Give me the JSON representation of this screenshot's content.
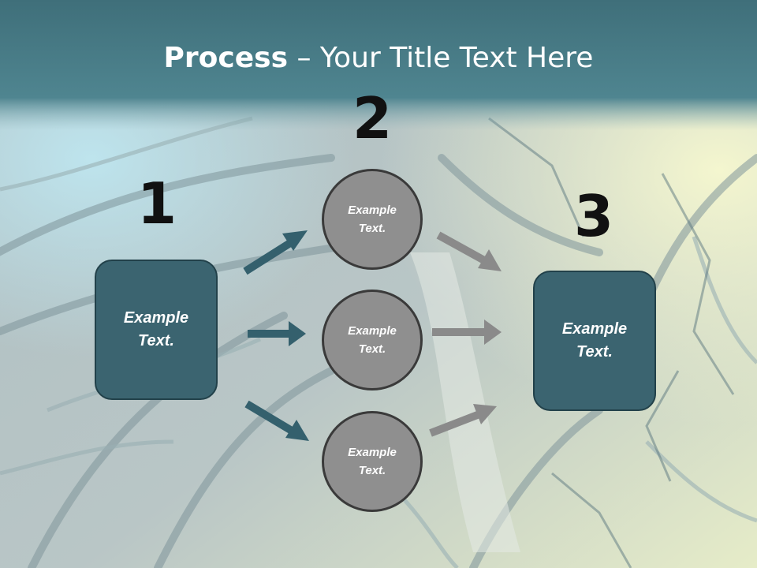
{
  "title": {
    "bold": "Process",
    "rest": " – Your Title Text Here"
  },
  "steps": {
    "one": "1",
    "two": "2",
    "three": "3"
  },
  "boxes": {
    "left": {
      "line1": "Example",
      "line2": "Text."
    },
    "right": {
      "line1": "Example",
      "line2": "Text."
    }
  },
  "circles": [
    {
      "line1": "Example",
      "line2": "Text."
    },
    {
      "line1": "Example",
      "line2": "Text."
    },
    {
      "line1": "Example",
      "line2": "Text."
    }
  ],
  "colors": {
    "teal_box": "#3b6470",
    "circle_fill": "#8f8f8f",
    "arrow_teal": "#34606d",
    "arrow_gray": "#8a8a8a",
    "header": "#4c7e89"
  }
}
